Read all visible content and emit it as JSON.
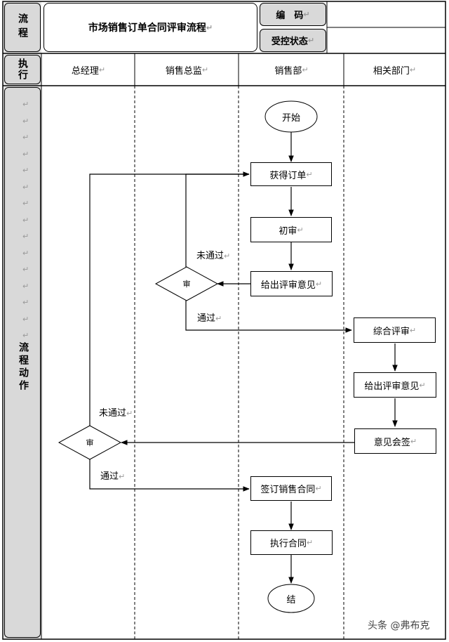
{
  "header": {
    "process_label": "流程",
    "title": "市场销售订单合同评审流程",
    "code_label": "编　码",
    "code_value": "",
    "status_label": "受控状态",
    "status_value": ""
  },
  "lanes": {
    "exec_label": "执行",
    "items": [
      "总经理",
      "销售总监",
      "销售部",
      "相关部门"
    ]
  },
  "side": {
    "action_label": "流程动作"
  },
  "nodes": {
    "start": "开始",
    "get_order": "获得订单",
    "first_review": "初审",
    "give_opinion_sales": "给出评审意见",
    "decision1": "审",
    "comprehensive_review": "综合评审",
    "give_opinion_dept": "给出评审意见",
    "countersign": "意见会签",
    "decision2": "审",
    "sign_contract": "签订销售合同",
    "execute_contract": "执行合同",
    "end": "结"
  },
  "edge_labels": {
    "fail1": "未通过",
    "pass1": "通过",
    "fail2": "未通过",
    "pass2": "通过"
  },
  "watermark": "头条 @弗布克"
}
